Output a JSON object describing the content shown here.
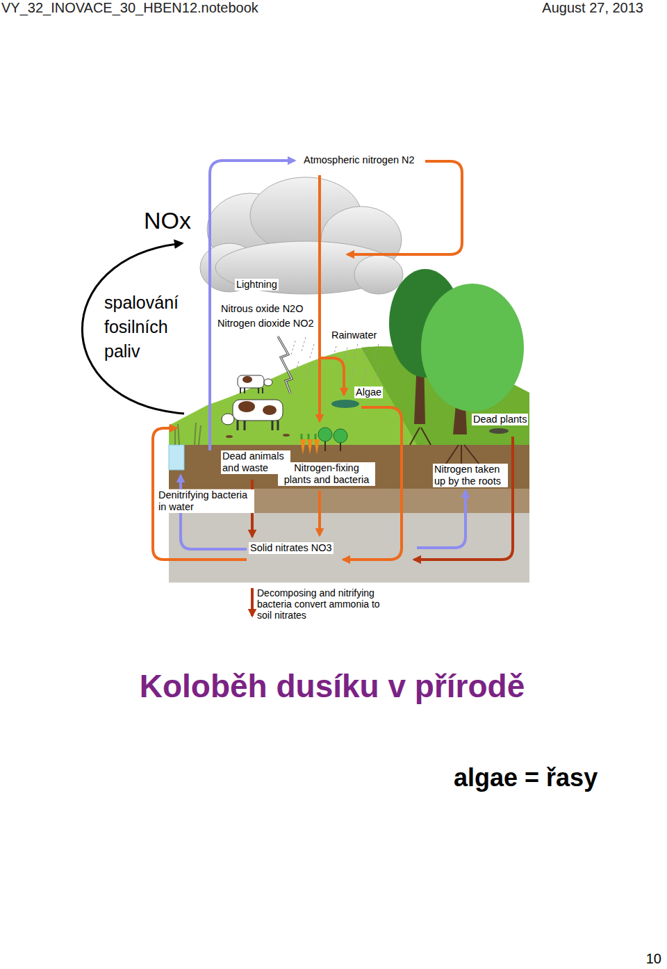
{
  "diagram": {
    "title": "Koloběh dusíku v přírodě",
    "labels": [
      "VY_32_INOVACE_30_HBEN12.notebook",
      "August 27, 2013",
      "NOx",
      "spalování fosilních paliv",
      "Atmospheric nitrogen N2",
      "Lightning",
      "Nitrous oxide N2O",
      "Nitrogen dioxide NO2",
      "Rainwater",
      "Algae",
      "Dead plants",
      "Dead animals and waste",
      "Nitrogen-fixing plants and bacteria",
      "Nitrogen taken up by the roots",
      "Denitrifying bacteria in water",
      "Solid nitrates NO3",
      "algae = řasy",
      "10"
    ],
    "legend": [
      {
        "text": "Decomposing and nitrifying bacteria convert ammonia to soil nitrates"
      }
    ]
  }
}
